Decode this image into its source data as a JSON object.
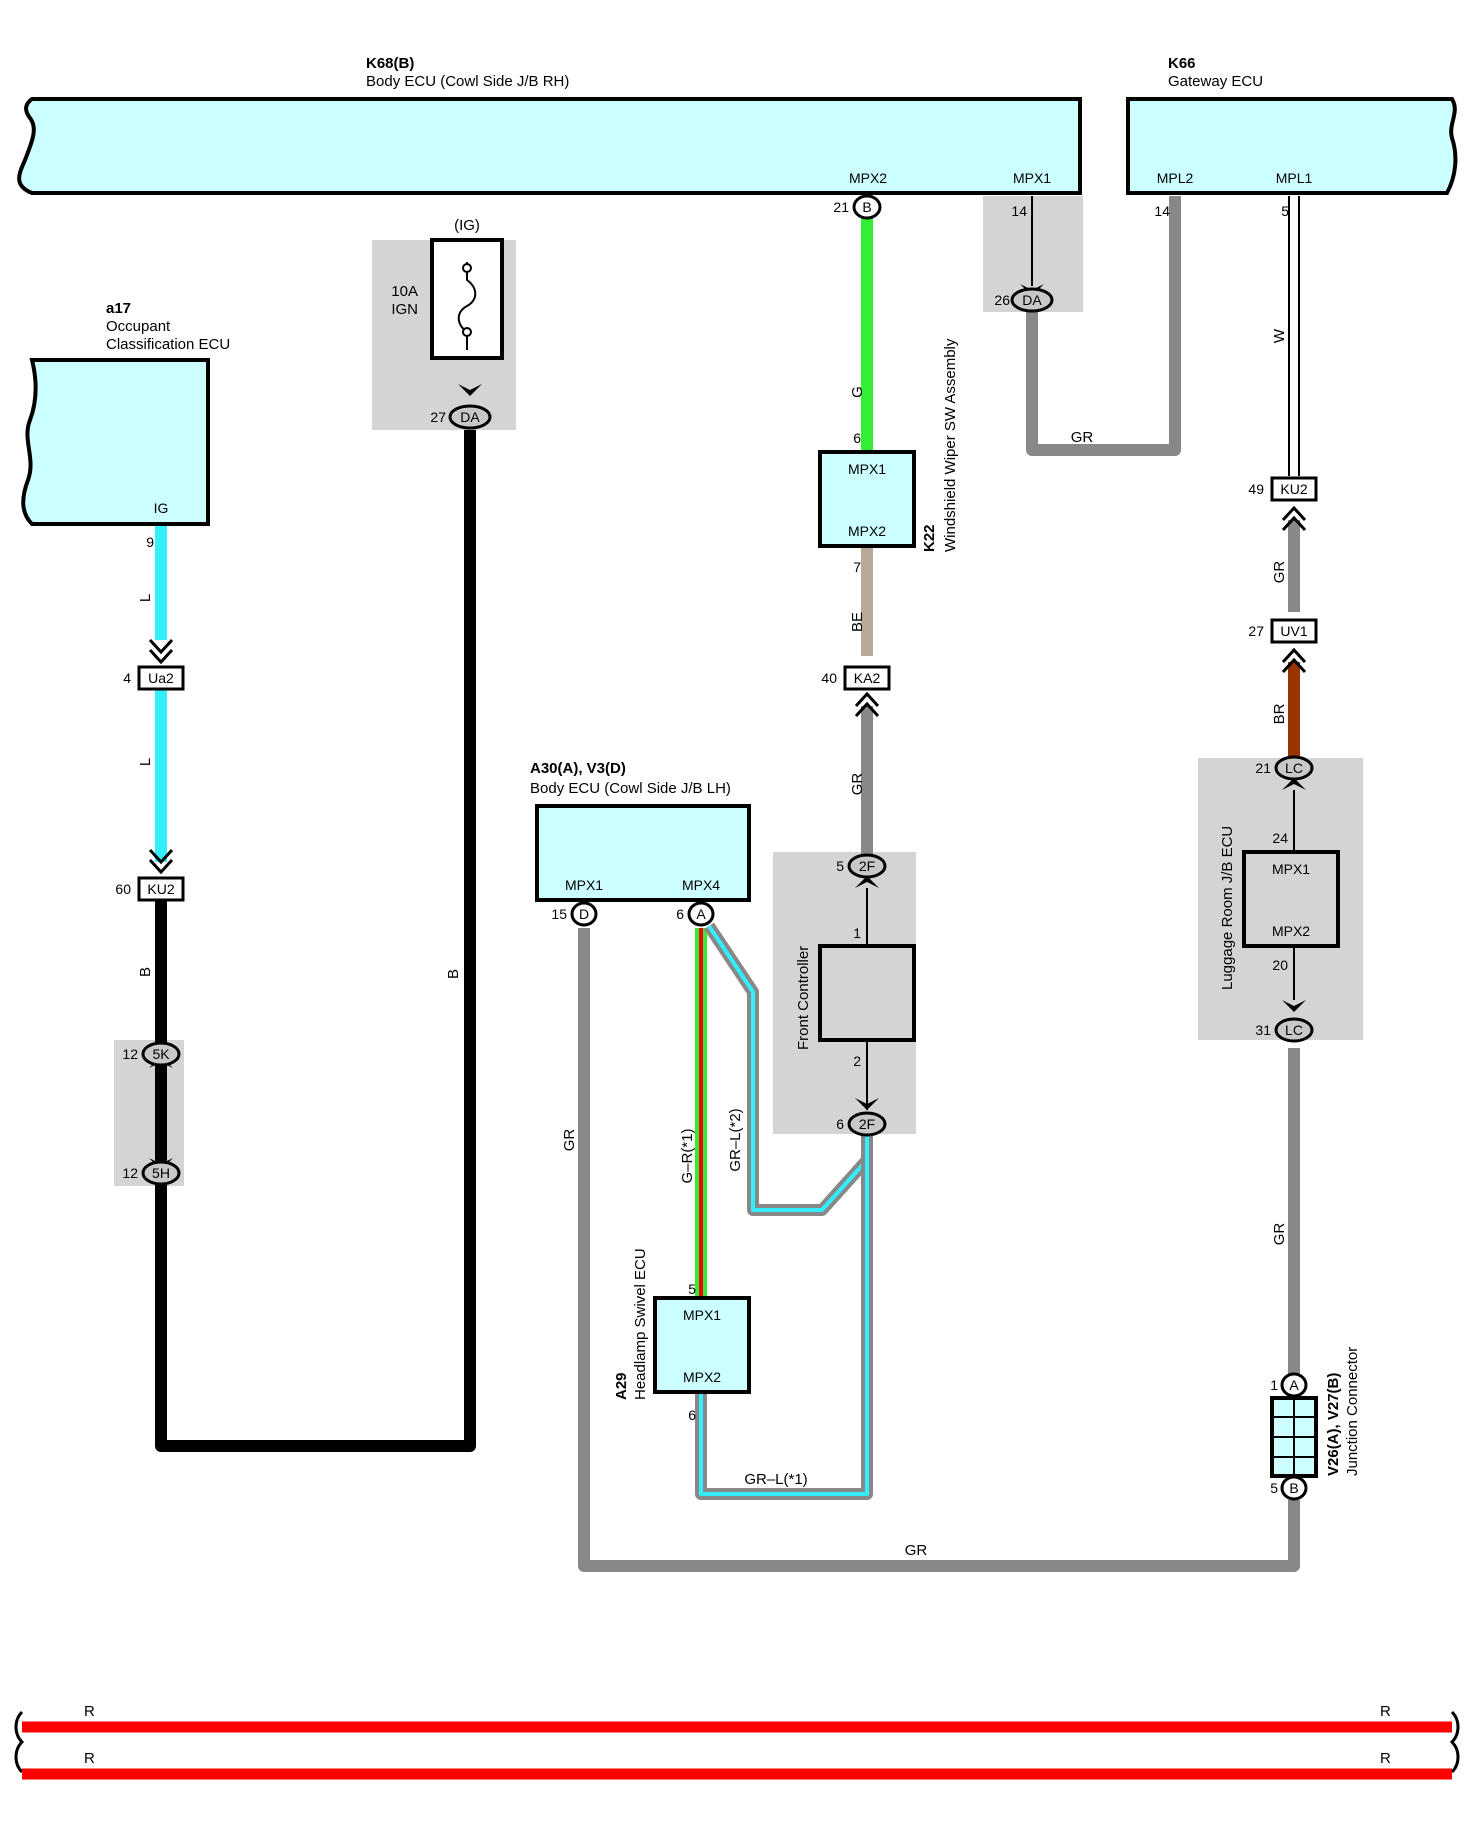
{
  "components": {
    "k68": {
      "code": "K68(B)",
      "name": "Body ECU (Cowl Side J/B RH)",
      "pin_mpx2": "MPX2",
      "pin_mpx1": "MPX1"
    },
    "k66": {
      "code": "K66",
      "name": "Gateway ECU",
      "pin_mpl2": "MPL2",
      "pin_mpl1": "MPL1"
    },
    "a17": {
      "code": "a17",
      "name_line1": "Occupant",
      "name_line2": "Classification ECU",
      "pin_ig": "IG"
    },
    "fuse": {
      "circuit": "(IG)",
      "rating": "10A",
      "name": "IGN"
    },
    "k22": {
      "code": "K22",
      "name": "Windshield Wiper SW Assembly",
      "pin_top": "MPX1",
      "pin_bottom": "MPX2"
    },
    "a30": {
      "code": "A30(A), V3(D)",
      "name": "Body ECU (Cowl Side J/B LH)",
      "pin_left": "MPX1",
      "pin_right": "MPX4"
    },
    "front_controller": {
      "name": "Front Controller"
    },
    "a29": {
      "code": "A29",
      "name": "Headlamp Swivel ECU",
      "pin_top": "MPX1",
      "pin_bottom": "MPX2"
    },
    "luggage": {
      "name": "Luggage Room J/B ECU",
      "pin_top": "MPX1",
      "pin_bottom": "MPX2"
    },
    "v26": {
      "code": "V26(A), V27(B)",
      "name": "Junction Connector"
    }
  },
  "connectors": {
    "k68_b": "B",
    "da1": "DA",
    "da2": "DA",
    "ku2_a": "KU2",
    "uv1": "UV1",
    "ka2": "KA2",
    "lc_top": "LC",
    "lc_bot": "LC",
    "f2_top": "2F",
    "f2_bot": "2F",
    "ua2": "Ua2",
    "ku2_b": "KU2",
    "k5": "5K",
    "h5": "5H",
    "a30_d": "D",
    "a30_a": "A",
    "v_a": "A",
    "v_b": "B"
  },
  "pins": {
    "k68_21": "21",
    "k68_14": "14",
    "k66_14": "14",
    "k66_5": "5",
    "da_26": "26",
    "da_27": "27",
    "a17_9": "9",
    "ua2_4": "4",
    "ku2_60": "60",
    "k5_12": "12",
    "h5_12": "12",
    "k22_6": "6",
    "k22_7": "7",
    "ka2_40": "40",
    "f2_5": "5",
    "fc_1": "1",
    "fc_2": "2",
    "f2_6": "6",
    "ku2_49": "49",
    "uv1_27": "27",
    "lc_21": "21",
    "lug_24": "24",
    "lug_20": "20",
    "lc_31": "31",
    "a30_15": "15",
    "a30_6": "6",
    "a29_5": "5",
    "a29_6": "6",
    "v_1": "1",
    "v_5": "5"
  },
  "wires": {
    "green": "G",
    "beige": "BE",
    "gr_ka2": "GR",
    "gr_k66": "GR",
    "white": "W",
    "gr_ku2": "GR",
    "brown": "BR",
    "blue_a": "L",
    "blue_b": "L",
    "black_a": "B",
    "black_b": "B",
    "gr_left": "GR",
    "gr_right": "GR",
    "gr_bottom": "GR",
    "gr_r": "G–R(*1)",
    "gr_l2": "GR–L(*2)",
    "gr_l1": "GR–L(*1)"
  },
  "bus": {
    "label_left_1": "R",
    "label_right_1": "R",
    "label_left_2": "R",
    "label_right_2": "R"
  },
  "colors": {
    "ecu_fill": "#ccffff",
    "shade": "#d4d4d4",
    "wire_green": "#33ee33",
    "wire_cyan": "#33eeff",
    "wire_gray": "#888888",
    "wire_black": "#000000",
    "wire_beige": "#b8a898",
    "wire_brown": "#993300",
    "wire_red": "#ff0000"
  }
}
